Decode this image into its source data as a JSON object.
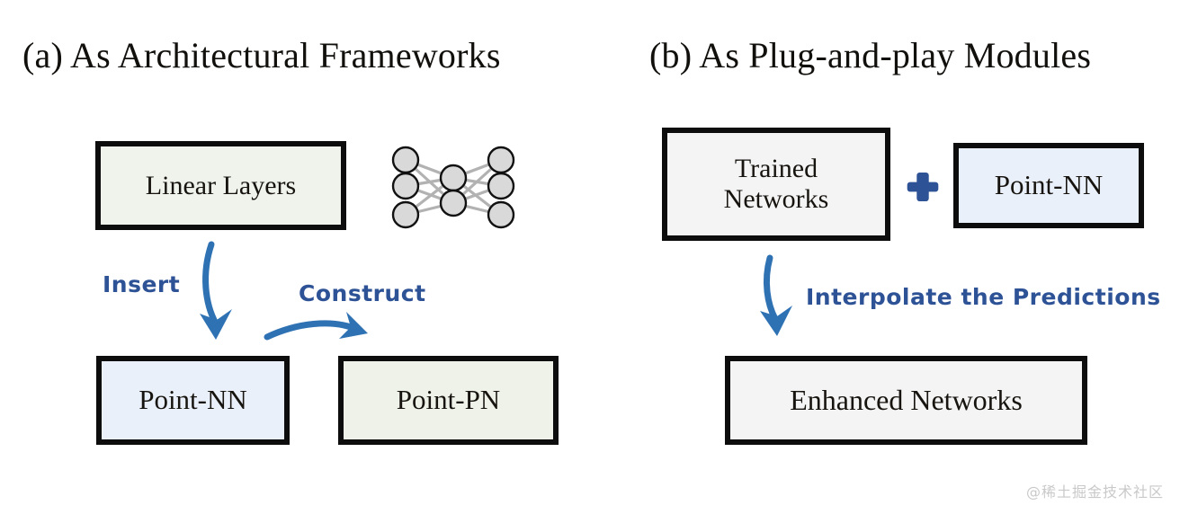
{
  "figure": {
    "background": "#ffffff",
    "accent_blue": "#2d5296",
    "arrow_blue": "#2f72b4",
    "border_black": "#0d0d0d"
  },
  "panels": [
    {
      "id": "a",
      "title": "(a) As Architectural Frameworks",
      "boxes": [
        {
          "name": "linear-layers",
          "label": "Linear Layers",
          "fill": "#eff3ec"
        },
        {
          "name": "point-nn",
          "label": "Point-NN",
          "fill": "#eaf0fa"
        },
        {
          "name": "point-pn",
          "label": "Point-PN",
          "fill": "#eef2e9"
        }
      ],
      "annotations": [
        {
          "name": "insert",
          "label": "Insert"
        },
        {
          "name": "construct",
          "label": "Construct"
        }
      ],
      "icon": {
        "name": "neural-network-icon",
        "node_fill": "#d8d8d8",
        "node_stroke": "#121212",
        "edge_color": "#b0b0b0",
        "layers": [
          3,
          2,
          3
        ]
      }
    },
    {
      "id": "b",
      "title": "(b) As Plug-and-play Modules",
      "boxes": [
        {
          "name": "trained-networks",
          "label": "Trained\nNetworks",
          "line1": "Trained",
          "line2": "Networks",
          "fill": "#f4f4f4"
        },
        {
          "name": "point-nn",
          "label": "Point-NN",
          "fill": "#eaf0fa"
        },
        {
          "name": "enhanced-networks",
          "label": "Enhanced Networks",
          "fill": "#f4f4f4"
        }
      ],
      "operators": [
        {
          "name": "plus",
          "label": "+"
        }
      ],
      "annotations": [
        {
          "name": "interpolate",
          "label": "Interpolate the Predictions"
        }
      ]
    }
  ],
  "watermark": {
    "label": "@稀土掘金技术社区"
  }
}
